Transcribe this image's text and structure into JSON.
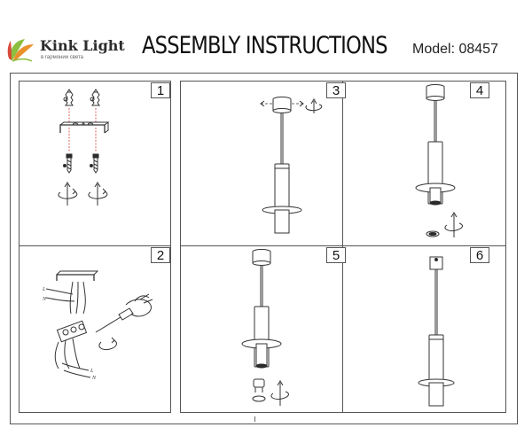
{
  "header": {
    "brand_name": "Kink Light",
    "brand_tagline": "в гармонии света",
    "title": "ASSEMBLY INSTRUCTIONS",
    "model": "Model: 08457"
  },
  "steps": [
    {
      "number": "1"
    },
    {
      "number": "2"
    },
    {
      "number": "3"
    },
    {
      "number": "4"
    },
    {
      "number": "5"
    },
    {
      "number": "6"
    }
  ],
  "wiring": {
    "labels_top": [
      "L",
      "N"
    ],
    "labels_bottom": [
      "L",
      "N"
    ]
  },
  "colors": {
    "line": "#333333",
    "accent_dash": "#d33a3a",
    "logo_orange": "#e8912d",
    "logo_green": "#8cbf3f",
    "logo_red": "#d94a3a"
  }
}
